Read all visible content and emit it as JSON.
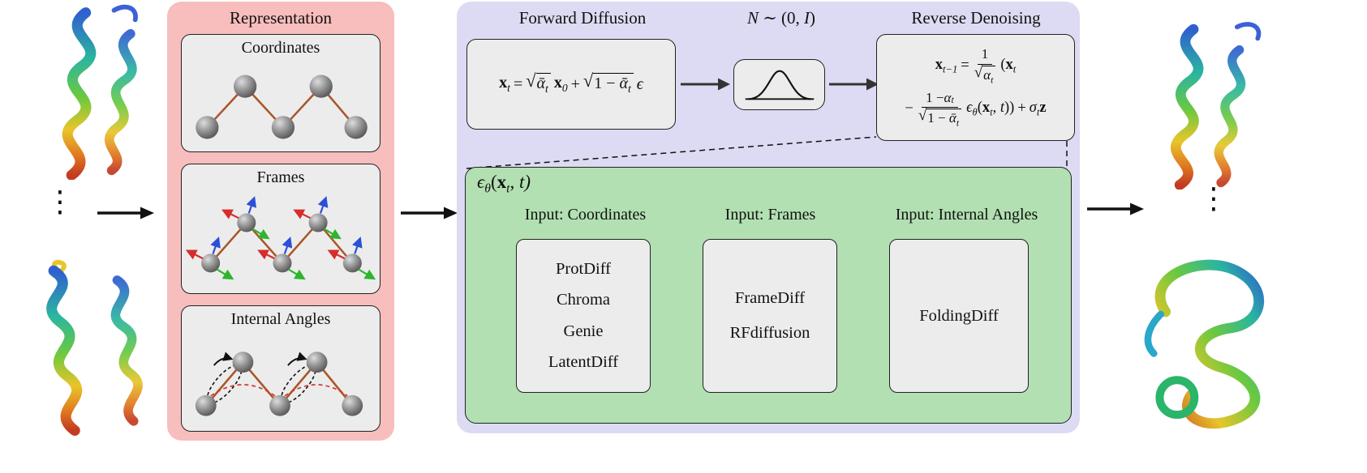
{
  "colors": {
    "pink_panel": "#f8bdbd",
    "lavender_panel": "#dcdbf3",
    "green_panel": "#b2e0b2",
    "box_gray": "#ececec",
    "bond_brown": "#a9562a",
    "angle_red": "#cf3b2e",
    "frame_red": "#d62c2c",
    "frame_green": "#2db52d",
    "frame_blue": "#2b50d6"
  },
  "left_flow": {
    "dots": "⋮"
  },
  "right_flow": {
    "dots": "⋮"
  },
  "representation": {
    "title": "Representation",
    "boxes": [
      {
        "label": "Coordinates"
      },
      {
        "label": "Frames"
      },
      {
        "label": "Internal Angles"
      }
    ]
  },
  "diffusion": {
    "forward_title": "Forward Diffusion",
    "reverse_title": "Reverse Denoising",
    "noise": {
      "n": "N",
      "mid": " ∼ (0, ",
      "i": "I",
      "close": ")"
    },
    "symbols": {
      "sqrt": "√"
    },
    "forward_eq": {
      "x": "x",
      "sub_t": "t",
      "equals": "=",
      "alpha_bar": "ᾱ",
      "sub_zero": "0",
      "plus": "+",
      "one_minus": "1 − ",
      "epsilon": "ϵ"
    },
    "reverse_eq": {
      "x": "x",
      "sub_tminus1": "t−1",
      "equals": "=",
      "num_one": "1",
      "alpha": "α",
      "sub_t": "t",
      "open_paren": "(",
      "minus": "−",
      "one_minus": "1 − ",
      "alpha_bar": "ᾱ",
      "epsilon": "ϵ",
      "sub_theta": "θ",
      "args_open": "(",
      "comma": ", ",
      "t": "t",
      "close": "))",
      "plus": "+",
      "sigma": "σ",
      "z": "z"
    },
    "model_panel": {
      "title": {
        "epsilon": "ϵ",
        "sub_theta": "θ",
        "open": "(",
        "x": "x",
        "sub_t": "t",
        "rest": ", t)"
      },
      "columns": [
        {
          "header": "Input: Coordinates",
          "models": [
            "ProtDiff",
            "Chroma",
            "Genie",
            "LatentDiff"
          ]
        },
        {
          "header": "Input: Frames",
          "models": [
            "FrameDiff",
            "RFdiffusion"
          ]
        },
        {
          "header": "Input: Internal Angles",
          "models": [
            "FoldingDiff"
          ]
        }
      ]
    }
  }
}
